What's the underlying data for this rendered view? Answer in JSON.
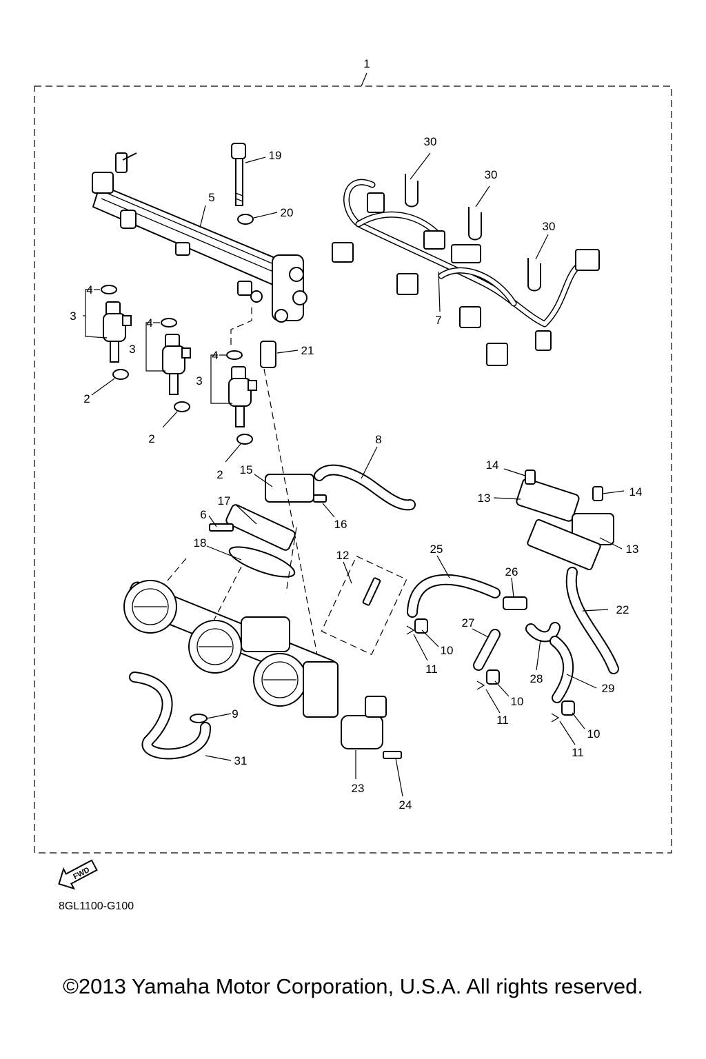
{
  "diagram": {
    "code": "8GL1100-G100",
    "fwd_label": "FWD",
    "copyright": "©2013 Yamaha Motor Corporation, U.S.A. All rights reserved.",
    "callouts": {
      "c1": "1",
      "c2a": "2",
      "c2b": "2",
      "c2c": "2",
      "c3a": "3",
      "c3b": "3",
      "c3c": "3",
      "c4a": "4",
      "c4b": "4",
      "c4c": "4",
      "c5": "5",
      "c6": "6",
      "c7": "7",
      "c8": "8",
      "c9": "9",
      "c10a": "10",
      "c10b": "10",
      "c10c": "10",
      "c11a": "11",
      "c11b": "11",
      "c11c": "11",
      "c12": "12",
      "c13a": "13",
      "c13b": "13",
      "c14a": "14",
      "c14b": "14",
      "c15": "15",
      "c16": "16",
      "c17": "17",
      "c18": "18",
      "c19": "19",
      "c20": "20",
      "c21": "21",
      "c22": "22",
      "c23": "23",
      "c24": "24",
      "c25": "25",
      "c26": "26",
      "c27": "27",
      "c28": "28",
      "c29": "29",
      "c30a": "30",
      "c30b": "30",
      "c30c": "30",
      "c31": "31"
    }
  }
}
